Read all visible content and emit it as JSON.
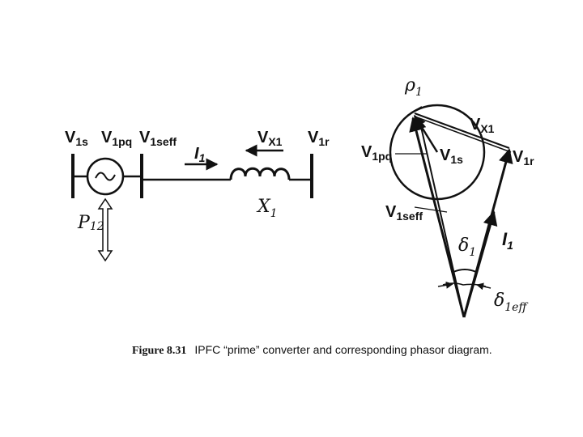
{
  "circuit": {
    "v1s": {
      "main": "V",
      "sub": "1s"
    },
    "v1pq": {
      "main": "V",
      "sub": "1pq"
    },
    "v1seff": {
      "main": "V",
      "sub": "1seff"
    },
    "i1": {
      "main": "I",
      "sub": "1"
    },
    "vx1": {
      "main": "V",
      "sub": "X1"
    },
    "v1r": {
      "main": "V",
      "sub": "1r"
    },
    "x1": {
      "main": "X",
      "sub": "1"
    },
    "p12": {
      "main": "P",
      "sub": "12"
    }
  },
  "phasor": {
    "rho1": {
      "main": "ρ",
      "sub": "1"
    },
    "vx1": {
      "main": "V",
      "sub": "X1"
    },
    "v1pq": {
      "main": "V",
      "sub": "1pq"
    },
    "v1s": {
      "main": "V",
      "sub": "1s"
    },
    "v1r": {
      "main": "V",
      "sub": "1r"
    },
    "v1seff": {
      "main": "V",
      "sub": "1seff"
    },
    "delta1": {
      "main": "δ",
      "sub": "1"
    },
    "i1": {
      "main": "I",
      "sub": "1"
    },
    "delta1eff": {
      "main": "δ",
      "sub": "1eff"
    }
  },
  "caption": {
    "label": "Figure 8.31",
    "text": "IPFC “prime” converter and corresponding phasor diagram."
  },
  "colors": {
    "ink": "#111111",
    "background": "#ffffff"
  }
}
